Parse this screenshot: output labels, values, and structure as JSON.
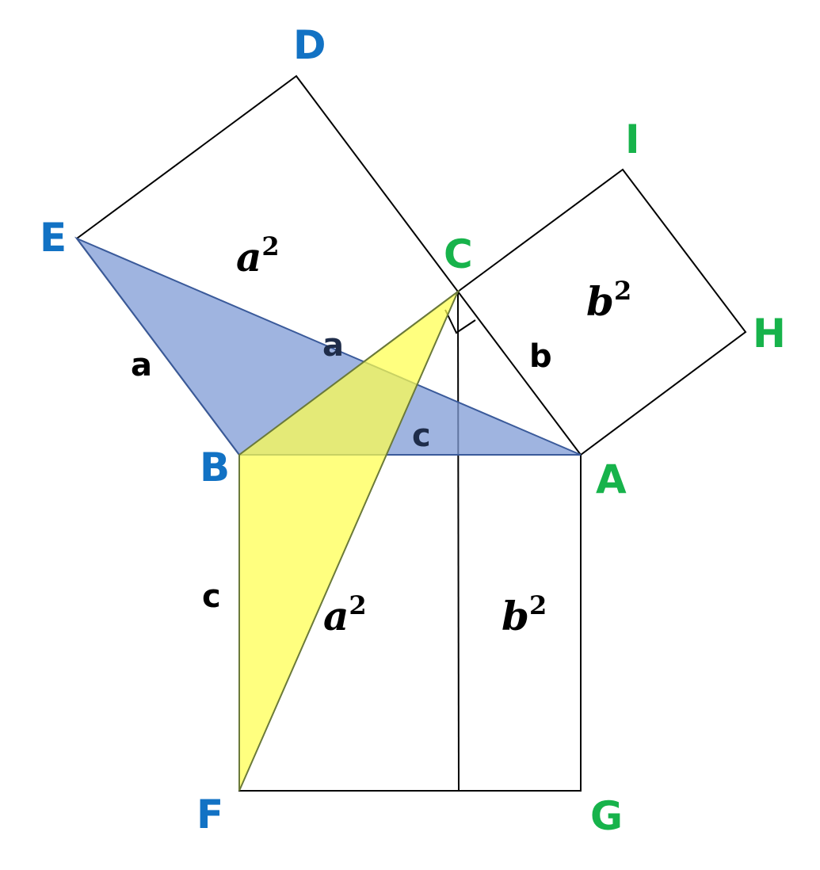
{
  "colors": {
    "blue_label": "#1272c4",
    "green_label": "#17b34b",
    "dark_label": "#1f2d4a",
    "black_label": "#000000",
    "blue_triangle_fill": "#7f9bd6",
    "blue_triangle_stroke": "#3a5a9a",
    "yellow_triangle_fill": "#ffff4d",
    "yellow_triangle_stroke": "#6b7a3a"
  },
  "points": {
    "A": "A",
    "B": "B",
    "C": "C",
    "D": "D",
    "E": "E",
    "F": "F",
    "G": "G",
    "H": "H",
    "I": "I"
  },
  "sides": {
    "a_left": "a",
    "a_inner": "a",
    "b": "b",
    "c_inner": "c",
    "c_left": "c"
  },
  "areas": {
    "a_square_base": "a",
    "a_square_exp": "2",
    "b_square_base": "b",
    "b_square_exp": "2",
    "a_rect_base": "a",
    "a_rect_exp": "2",
    "b_rect_base": "b",
    "b_rect_exp": "2"
  }
}
